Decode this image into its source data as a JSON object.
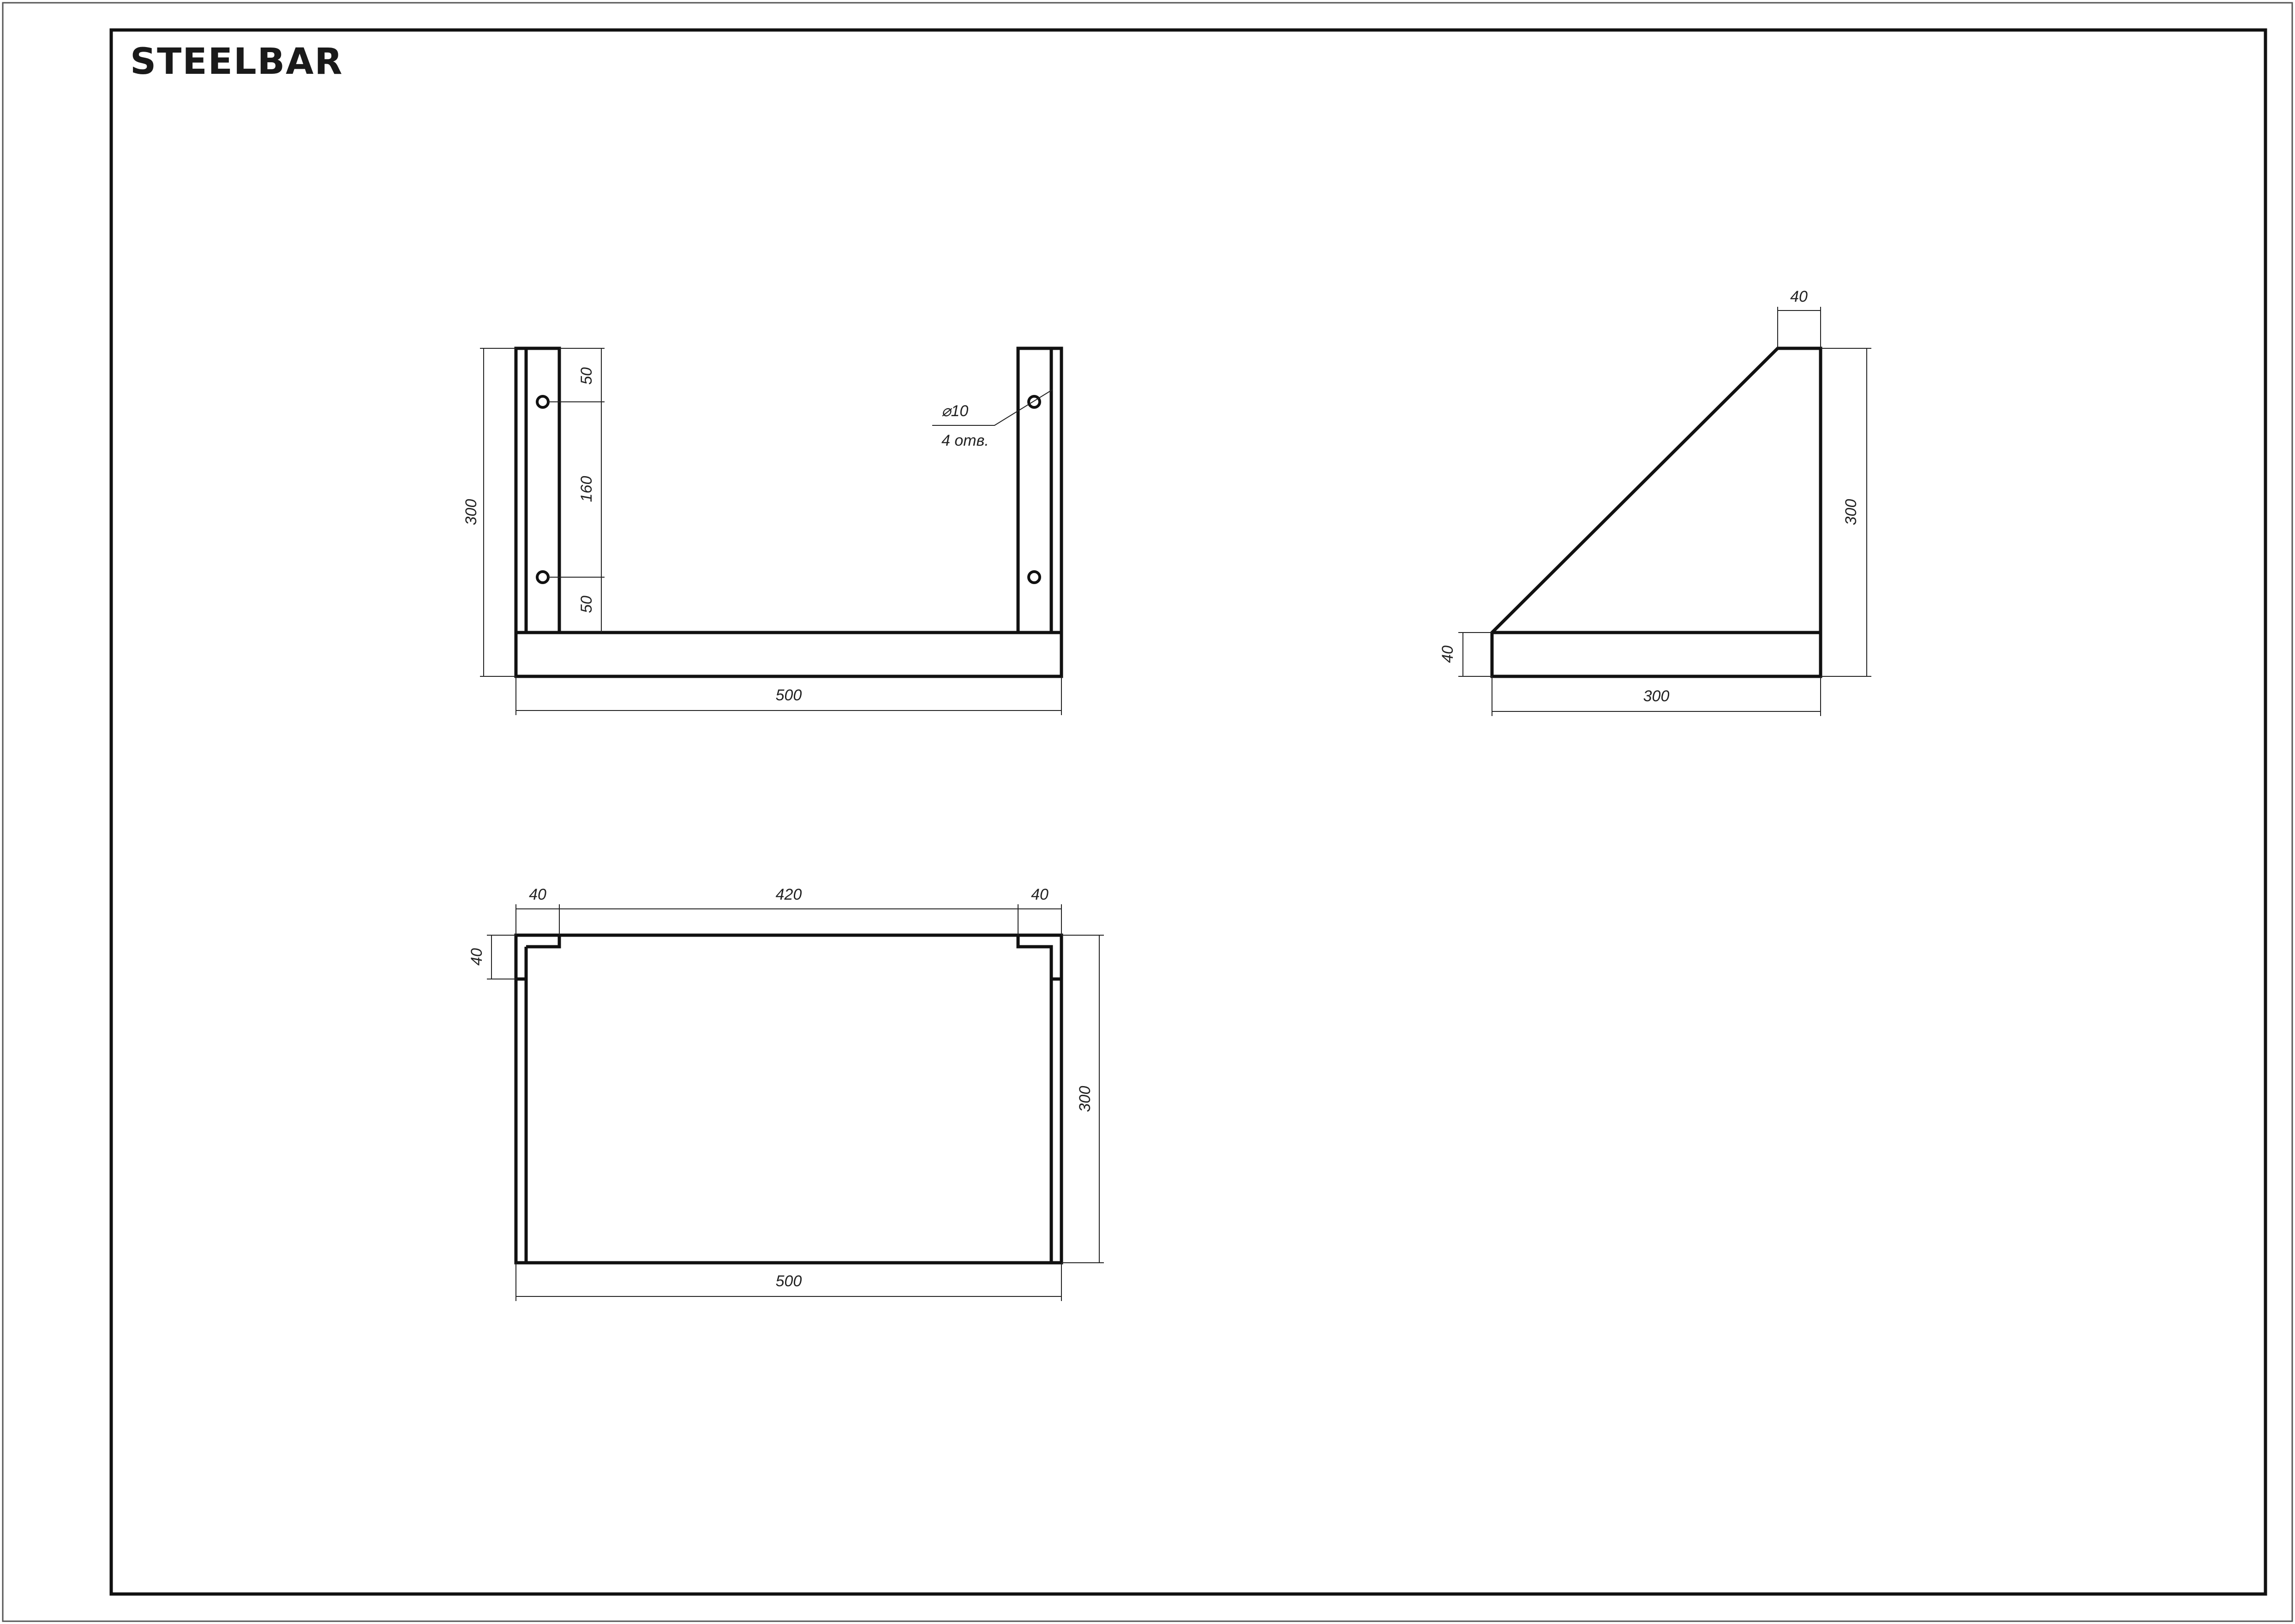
{
  "company": {
    "logo_text": "STEELBAR"
  },
  "front_view": {
    "width_label": "500",
    "height_label": "300",
    "hole_top_offset_label": "50",
    "hole_spacing_label": "160",
    "hole_bottom_offset_label": "50",
    "hole_callout": {
      "diameter": "⌀10",
      "count": "4 отв."
    }
  },
  "side_view": {
    "top_width_label": "40",
    "height_label": "300",
    "base_thickness_label": "40",
    "depth_label": "300"
  },
  "top_view": {
    "left_flange_label": "40",
    "middle_label": "420",
    "right_flange_label": "40",
    "flange_depth_label": "40",
    "depth_label": "300",
    "width_label": "500"
  },
  "colors": {
    "line": "#111111",
    "background": "#ffffff"
  }
}
